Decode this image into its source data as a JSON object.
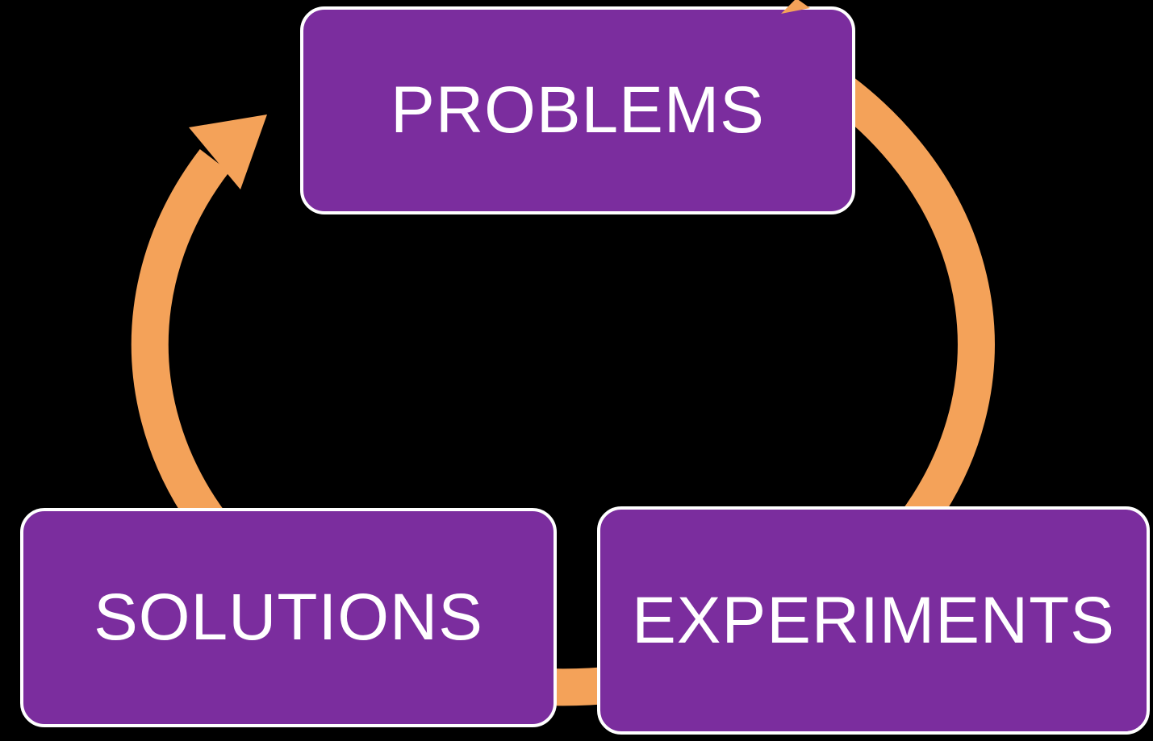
{
  "diagram": {
    "type": "cycle",
    "direction": "clockwise",
    "colors": {
      "background": "#000000",
      "arrow": "#F4A259",
      "node_fill": "#7B2D9E",
      "node_border": "#FFFFFF",
      "node_text": "#FFFFFF"
    },
    "nodes": [
      {
        "id": "problems",
        "label": "PROBLEMS"
      },
      {
        "id": "solutions",
        "label": "SOLUTIONS"
      },
      {
        "id": "experiments",
        "label": "EXPERIMENTS"
      }
    ]
  }
}
